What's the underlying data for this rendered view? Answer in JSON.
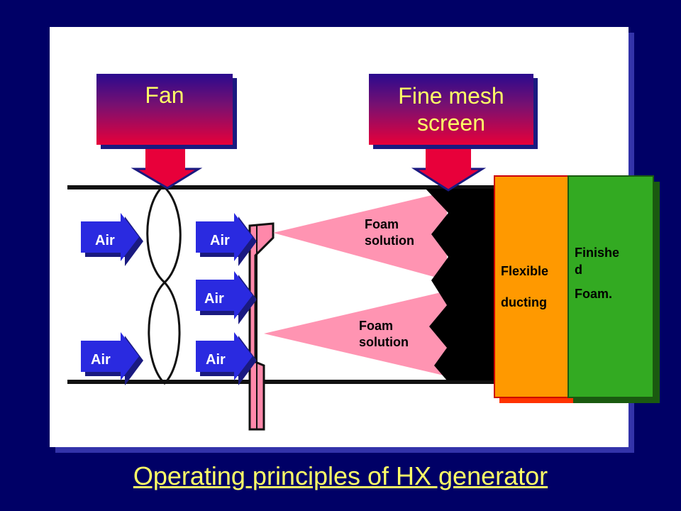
{
  "callouts": {
    "fan": "Fan",
    "screen": "Fine mesh screen"
  },
  "air_label": "Air",
  "foam_label": "Foam solution",
  "boxes": {
    "ducting": [
      "Flexible",
      "ducting"
    ],
    "finished": [
      "Finishe",
      "d",
      "Foam."
    ]
  },
  "caption": "Operating principles of HX generator",
  "colors": {
    "background": "#000066",
    "callout_text": "#ffff66",
    "ducting": "#ff9900",
    "finished": "#33aa22",
    "foam": "#ff88aa"
  }
}
